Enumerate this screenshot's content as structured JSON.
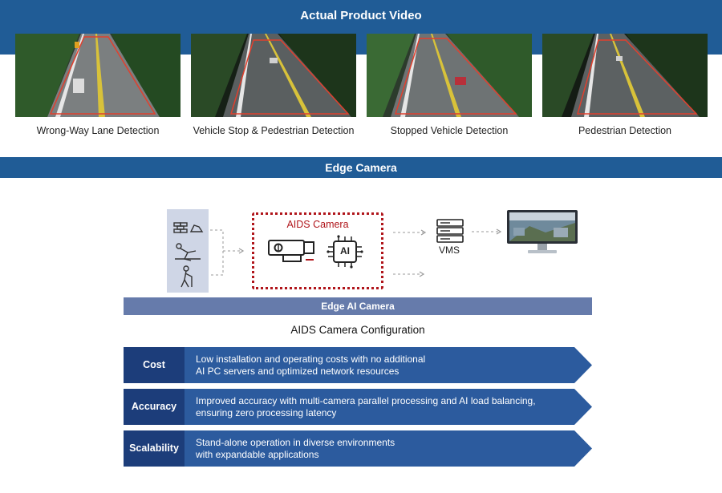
{
  "header": {
    "title": "Actual Product Video"
  },
  "videos": [
    {
      "caption": "Wrong-Way Lane Detection"
    },
    {
      "caption": "Vehicle Stop & Pedestrian Detection"
    },
    {
      "caption": "Stopped Vehicle Detection"
    },
    {
      "caption": "Pedestrian Detection"
    }
  ],
  "edge_section": {
    "title": "Edge Camera"
  },
  "diagram": {
    "camera_box_label": "AIDS Camera",
    "ai_chip_label": "AI",
    "vms_label": "VMS",
    "edge_ai_bar": "Edge AI Camera",
    "config_title": "AIDS Camera Configuration"
  },
  "features": [
    {
      "label": "Cost",
      "line1": "Low installation and operating costs with no additional",
      "line2": "AI PC servers and optimized network resources"
    },
    {
      "label": "Accuracy",
      "line1": "Improved accuracy with multi-camera parallel processing and AI load balancing,",
      "line2": "ensuring zero processing latency"
    },
    {
      "label": "Scalability",
      "line1": "Stand-alone operation in diverse environments",
      "line2": "with expandable applications"
    }
  ],
  "colors": {
    "header_blue": "#205c96",
    "feature_arrow": "#2c5b9e",
    "feature_label": "#1c3d7a",
    "edge_ai_bar": "#667bab",
    "aids_border": "#b0151b"
  }
}
